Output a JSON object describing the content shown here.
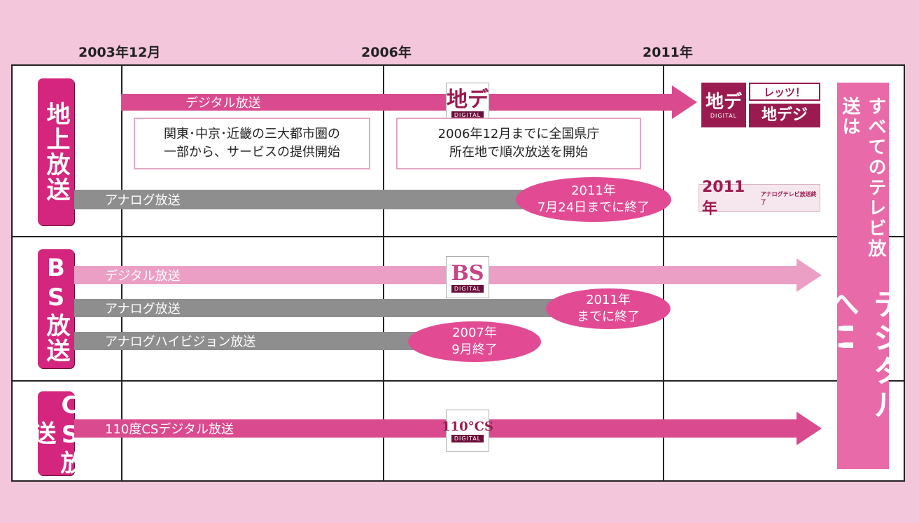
{
  "years": {
    "y1": "2003年12月",
    "y2": "2006年",
    "y3": "2011年"
  },
  "categories": {
    "terrestrial": "地上放送",
    "bs": "BS放送",
    "cs": "CS放送"
  },
  "terrestrial": {
    "digital_label": "デジタル放送",
    "analog_label": "アナログ放送",
    "box1": "関東･中京･近畿の三大都市圏の\n一部から、サービスの提供開始",
    "box2": "2006年12月までに全国県庁\n所在地で順次放送を開始",
    "end_note": "2011年\n7月24日までに終了",
    "logo_mark": "地デ",
    "logo_sub": "DIGITAL",
    "lets_top": "レッツ！",
    "lets_bottom": "地デジ",
    "end_logo_year": "2011年",
    "end_logo_text": "アナログテレビ放送終了"
  },
  "bs": {
    "digital_label": "デジタル放送",
    "analog_label": "アナログ放送",
    "hivision_label": "アナログハイビジョン放送",
    "analog_end": "2011年\nまでに終了",
    "hivision_end": "2007年\n9月終了",
    "logo_mark": "BS",
    "logo_sub": "DIGITAL"
  },
  "cs": {
    "digital_label": "110度CSデジタル放送",
    "logo_mark": "110°CS",
    "logo_sub": "DIGITAL"
  },
  "final": {
    "line1": "すべてのテレビ放送は",
    "line2": "デジタルへ!!"
  },
  "colors": {
    "background": "#f3c6dc",
    "accent": "#d4267e",
    "digital_light": "#eb9fc4",
    "analog": "#8e8e8e"
  }
}
